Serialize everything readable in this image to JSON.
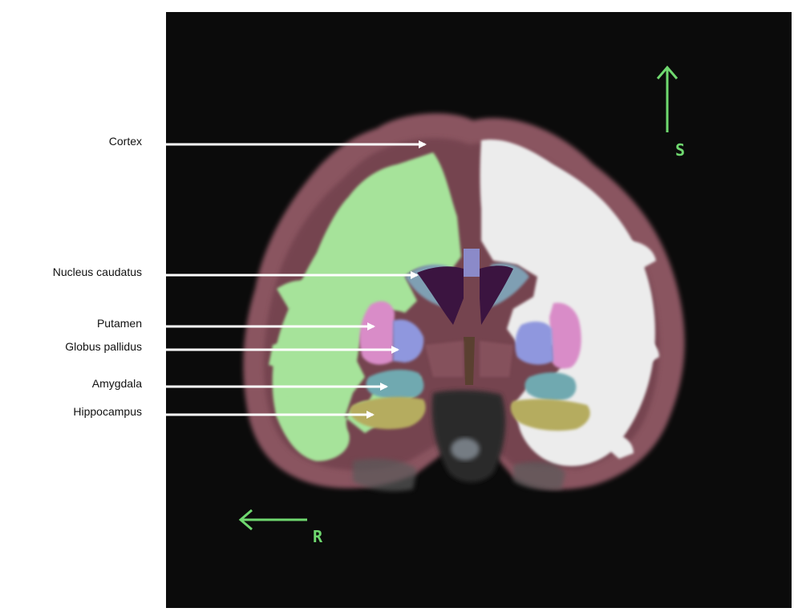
{
  "labels": {
    "cortex": "Cortex",
    "nucleus_caudatus": "Nucleus caudatus",
    "putamen": "Putamen",
    "globus_pallidus": "Globus pallidus",
    "amygdala": "Amygdala",
    "hippocampus": "Hippocampus"
  },
  "orientation": {
    "superior": "S",
    "right": "R"
  },
  "colors": {
    "background": "#0b0b0b",
    "cortex": "#8a5560",
    "white_matter_segmented": "#a6e39a",
    "white_matter": "#ececec",
    "ventricle": "#3b1440",
    "caudate": "#7f9fb3",
    "putamen": "#d98cc8",
    "pallidus": "#8f97de",
    "amygdala": "#6fa9b0",
    "hippocampus": "#b5ac5e",
    "orientation": "#6fd86f"
  },
  "icons": [
    "arrow-icon",
    "superior-arrow-icon",
    "right-arrow-icon"
  ]
}
